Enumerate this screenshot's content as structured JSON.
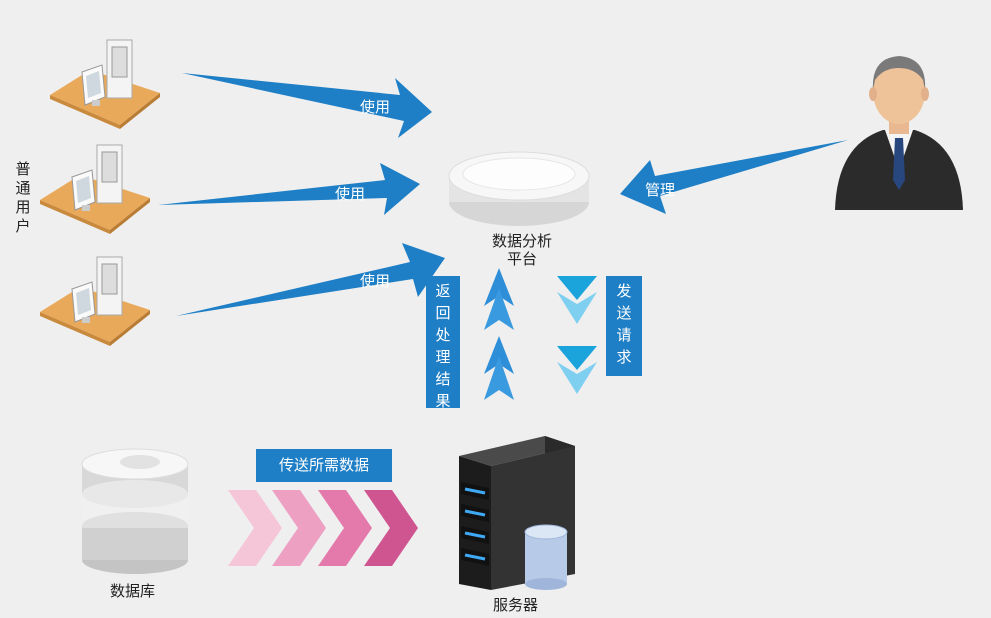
{
  "labels": {
    "users": "普通用户",
    "platform": "数据分析平台",
    "database": "数据库",
    "server": "服务器"
  },
  "arrows": {
    "use_1": "使用",
    "use_2": "使用",
    "use_3": "使用",
    "manage": "管理"
  },
  "boxes": {
    "return_results": "返回处理结果",
    "send_request": "发送请求",
    "transfer_data": "传送所需数据"
  },
  "colors": {
    "background": "#efefef",
    "arrow_blue": "#1e7fc6",
    "box_blue": "#1e7fc6",
    "chevron_pink": "#d85c96"
  },
  "icons": [
    "workstation-icon",
    "businessman-icon",
    "platform-disc-icon",
    "database-icon",
    "server-icon"
  ]
}
